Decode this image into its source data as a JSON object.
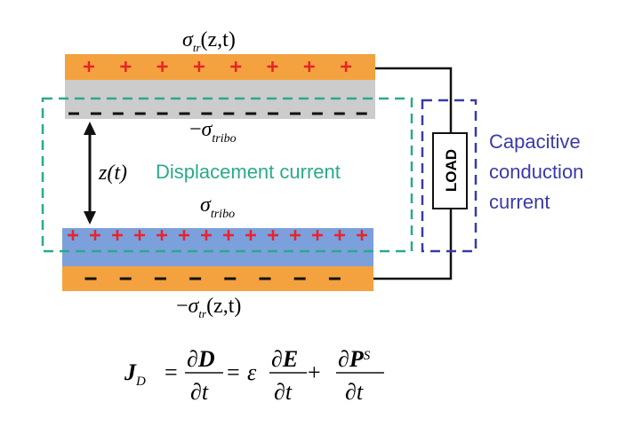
{
  "labels": {
    "sigma": "σ",
    "top_charge_sub": "tr",
    "top_charge_args": "(z,t)",
    "neg_sign": "−",
    "tribo_sub": "tribo",
    "gap": "z(t)",
    "displacement": "Displacement current",
    "load": "LOAD",
    "capacitive": [
      "Capacitive",
      "conduction",
      "current"
    ]
  },
  "equation": {
    "lhs": "J",
    "lhs_sub": "D",
    "eq": "=",
    "partial": "∂",
    "D": "D",
    "t": "t",
    "epsilon": "ε",
    "E": "E",
    "plus": "+",
    "P": "P",
    "P_sub": "S"
  },
  "colors": {
    "electrode": "#f4a23f",
    "dielectric_top": "#cccccc",
    "dielectric_bottom": "#7ca0dc",
    "plus": "#e8232a",
    "teal": "#2aaa8a",
    "blue": "#3a3aaa"
  }
}
